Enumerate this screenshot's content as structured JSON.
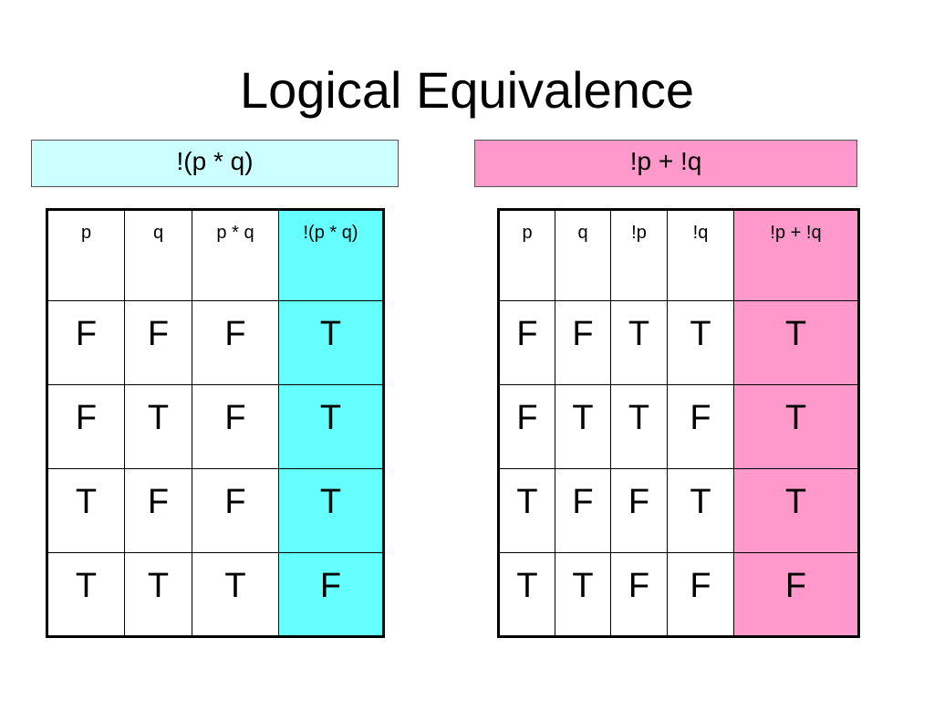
{
  "title": "Logical Equivalence",
  "left": {
    "formula": "!(p * q)",
    "headers": [
      "p",
      "q",
      "p * q",
      "!(p * q)"
    ],
    "rows": [
      [
        "F",
        "F",
        "F",
        "T"
      ],
      [
        "F",
        "T",
        "F",
        "T"
      ],
      [
        "T",
        "F",
        "F",
        "T"
      ],
      [
        "T",
        "T",
        "T",
        "F"
      ]
    ],
    "highlight_color": "#66ffff",
    "formula_color": "#ccffff"
  },
  "right": {
    "formula": "!p + !q",
    "headers": [
      "p",
      "q",
      "!p",
      "!q",
      "!p + !q"
    ],
    "rows": [
      [
        "F",
        "F",
        "T",
        "T",
        "T"
      ],
      [
        "F",
        "T",
        "T",
        "F",
        "T"
      ],
      [
        "T",
        "F",
        "F",
        "T",
        "T"
      ],
      [
        "T",
        "T",
        "F",
        "F",
        "F"
      ]
    ],
    "highlight_color": "#ff99cc",
    "formula_color": "#ff99cc"
  }
}
